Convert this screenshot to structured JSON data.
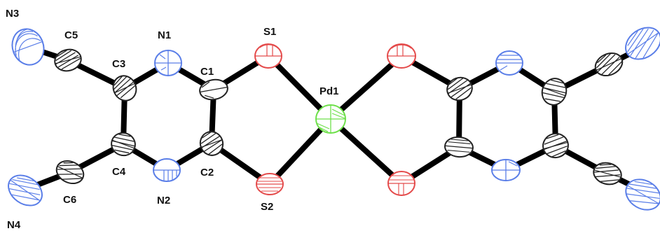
{
  "labels": {
    "S1": "S1",
    "S2": "S2",
    "Pd1": "Pd1",
    "N1": "N1",
    "N2": "N2",
    "N3": "N3",
    "N4": "N4",
    "C1": "C1",
    "C2": "C2",
    "C3": "C3",
    "C4": "C4",
    "C5": "C5",
    "C6": "C6"
  },
  "colors": {
    "background": "#ffffff",
    "bond": "#000000",
    "carbon_fill": "#f0f0f0",
    "carbon_stroke": "#222222",
    "nitrogen": "#5a7ee8",
    "sulfur": "#e44a4a",
    "palladium": "#6ee04a",
    "label": "#111111"
  }
}
